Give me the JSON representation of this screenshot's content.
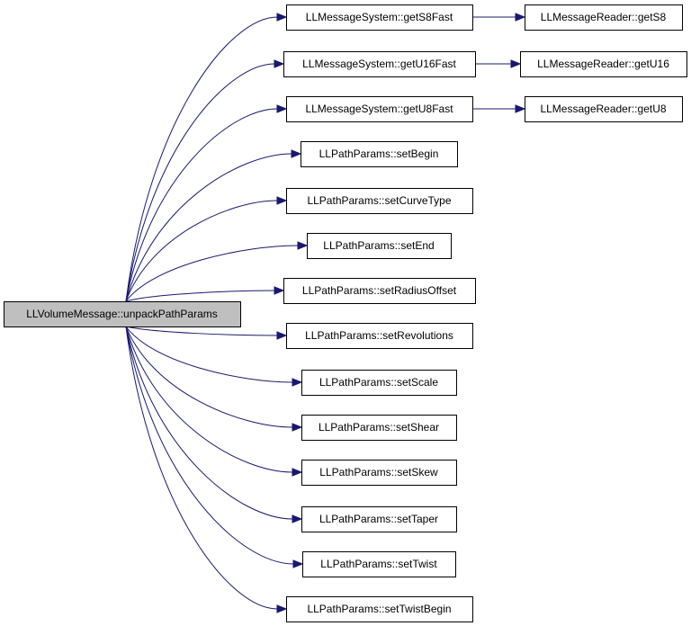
{
  "diagram": {
    "root": "LLVolumeMessage::unpackPathParams",
    "nodes": [
      {
        "id": "root",
        "label": "LLVolumeMessage::unpackPathParams"
      },
      {
        "id": "getS8Fast",
        "label": "LLMessageSystem::getS8Fast"
      },
      {
        "id": "getU16Fast",
        "label": "LLMessageSystem::getU16Fast"
      },
      {
        "id": "getU8Fast",
        "label": "LLMessageSystem::getU8Fast"
      },
      {
        "id": "getS8",
        "label": "LLMessageReader::getS8"
      },
      {
        "id": "getU16",
        "label": "LLMessageReader::getU16"
      },
      {
        "id": "getU8",
        "label": "LLMessageReader::getU8"
      },
      {
        "id": "setBegin",
        "label": "LLPathParams::setBegin"
      },
      {
        "id": "setCurveType",
        "label": "LLPathParams::setCurveType"
      },
      {
        "id": "setEnd",
        "label": "LLPathParams::setEnd"
      },
      {
        "id": "setRadiusOffset",
        "label": "LLPathParams::setRadiusOffset"
      },
      {
        "id": "setRevolutions",
        "label": "LLPathParams::setRevolutions"
      },
      {
        "id": "setScale",
        "label": "LLPathParams::setScale"
      },
      {
        "id": "setShear",
        "label": "LLPathParams::setShear"
      },
      {
        "id": "setSkew",
        "label": "LLPathParams::setSkew"
      },
      {
        "id": "setTaper",
        "label": "LLPathParams::setTaper"
      },
      {
        "id": "setTwist",
        "label": "LLPathParams::setTwist"
      },
      {
        "id": "setTwistBegin",
        "label": "LLPathParams::setTwistBegin"
      }
    ],
    "edges": [
      [
        "root",
        "getS8Fast"
      ],
      [
        "root",
        "getU16Fast"
      ],
      [
        "root",
        "getU8Fast"
      ],
      [
        "root",
        "setBegin"
      ],
      [
        "root",
        "setCurveType"
      ],
      [
        "root",
        "setEnd"
      ],
      [
        "root",
        "setRadiusOffset"
      ],
      [
        "root",
        "setRevolutions"
      ],
      [
        "root",
        "setScale"
      ],
      [
        "root",
        "setShear"
      ],
      [
        "root",
        "setSkew"
      ],
      [
        "root",
        "setTaper"
      ],
      [
        "root",
        "setTwist"
      ],
      [
        "root",
        "setTwistBegin"
      ],
      [
        "getS8Fast",
        "getS8"
      ],
      [
        "getU16Fast",
        "getU16"
      ],
      [
        "getU8Fast",
        "getU8"
      ]
    ],
    "colors": {
      "root_fill": "#bfbfbf",
      "node_fill": "#ffffff",
      "edge": "#191970",
      "border": "#000000"
    }
  }
}
